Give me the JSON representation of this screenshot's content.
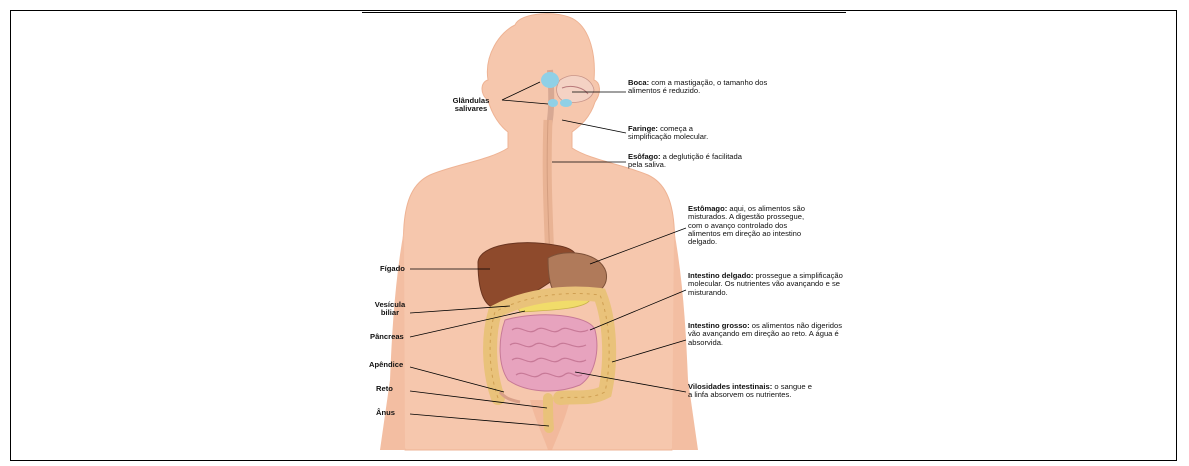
{
  "left_labels": {
    "glandulas": "Glândulas salivares",
    "figado": "Fígado",
    "vesicula": "Vesícula biliar",
    "pancreas": "Pâncreas",
    "apendice": "Apêndice",
    "reto": "Reto",
    "anus": "Ânus"
  },
  "right_labels": [
    {
      "term": "Boca:",
      "text": " com a mastigação, o tamanho dos alimentos é reduzido."
    },
    {
      "term": "Faringe:",
      "text": " começa a simplificação molecular."
    },
    {
      "term": "Esôfago:",
      "text": " a deglutição é facilitada pela saliva."
    },
    {
      "term": "Estômago:",
      "text": " aqui, os alimentos são misturados. A digestão prossegue, com o avanço controlado dos alimentos em direção ao intestino delgado."
    },
    {
      "term": "Intestino delgado:",
      "text": " prossegue a simplificação molecular. Os nutrientes vão avançando e se misturando."
    },
    {
      "term": "Intestino grosso:",
      "text": " os alimentos não digeridos vão avançando em direção ao reto. A água é absorvida."
    },
    {
      "term": "Vilosidades intestinais:",
      "text": " o sangue e a linfa absorvem os nutrientes."
    }
  ],
  "colors": {
    "skin": "#f6c7ad",
    "skin_dark": "#eeab8c",
    "liver": "#8e4a2c",
    "stomach": "#b07a5a",
    "small_intestine": "#e7a3be",
    "large_intestine": "#e9c27a",
    "gland": "#8fd0e6",
    "pancreas": "#f1dc6a"
  }
}
